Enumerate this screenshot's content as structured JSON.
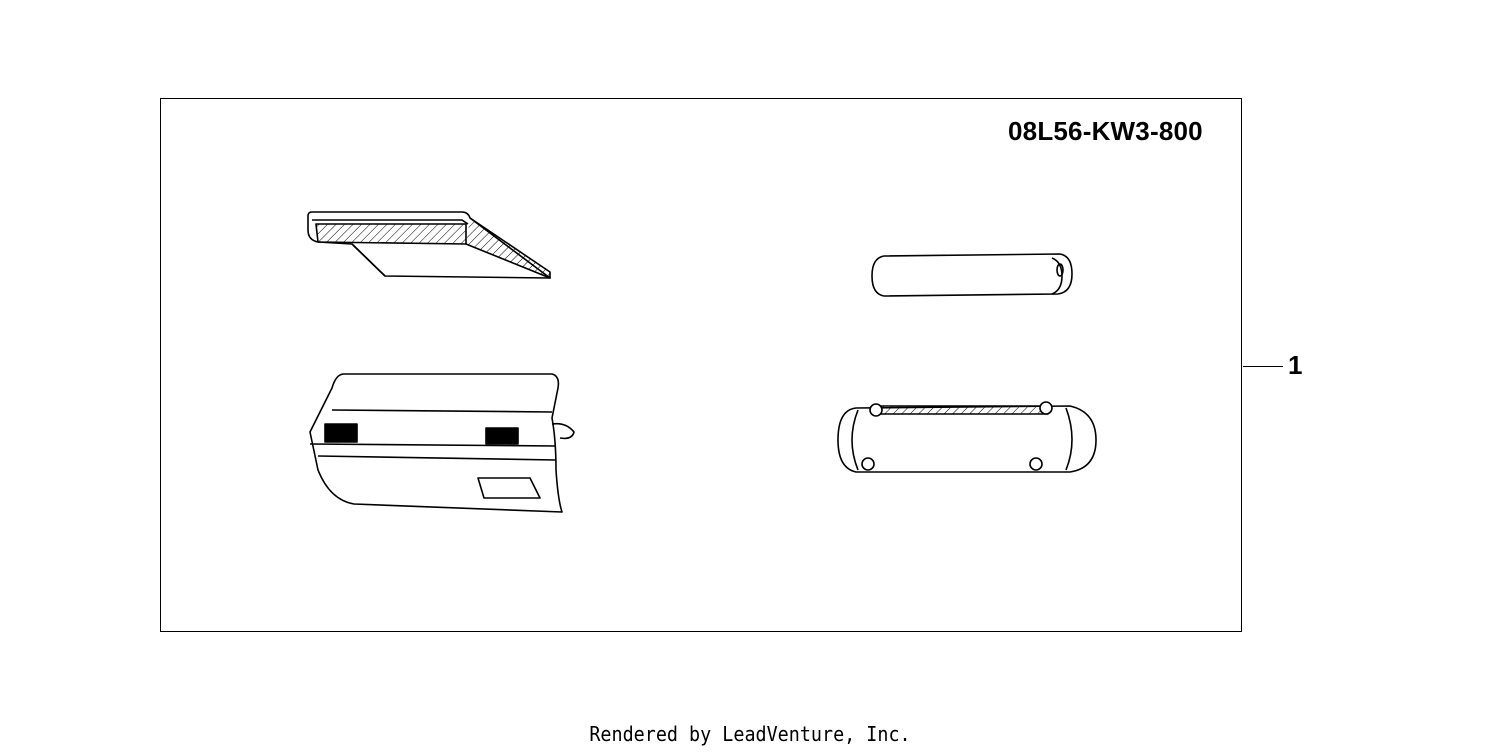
{
  "diagram": {
    "part_number": "08L56-KW3-800",
    "callouts": [
      {
        "label": "1"
      }
    ],
    "components": [
      {
        "name": "flat-pouch-icon"
      },
      {
        "name": "cylinder-pouch-icon"
      },
      {
        "name": "rear-bag-icon"
      },
      {
        "name": "roll-bag-icon"
      }
    ]
  },
  "footer": {
    "credit": "Rendered by LeadVenture, Inc."
  }
}
